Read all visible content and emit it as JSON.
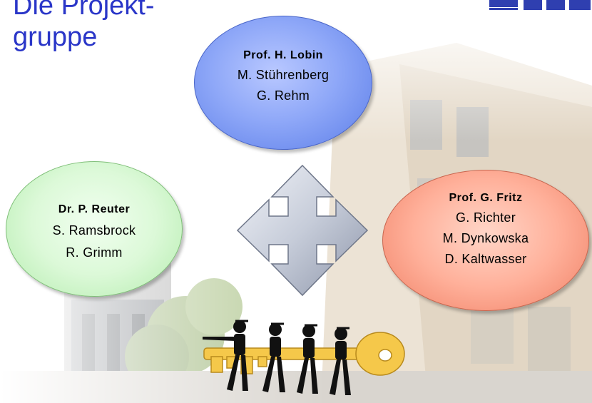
{
  "title": {
    "line1": "Die Projekt-",
    "line2": "gruppe"
  },
  "groups": {
    "top": {
      "lead": "Prof. H. Lobin",
      "members": [
        "M. Stührenberg",
        "G. Rehm"
      ]
    },
    "left": {
      "lead": "Dr. P. Reuter",
      "members": [
        "S. Ramsbrock",
        "R. Grimm"
      ]
    },
    "right": {
      "lead": "Prof. G. Fritz",
      "members": [
        "G. Richter",
        "M. Dynkowska",
        "D. Kaltwasser"
      ]
    }
  },
  "icons": {
    "arrow": "four-way-arrow-icon",
    "team": "team-carrying-key-icon",
    "logo": "logo-icon",
    "background": "building-photo"
  },
  "colors": {
    "title": "#2a36c8",
    "top_group": "#8fa8f8",
    "left_group": "#dcf9d8",
    "right_group": "#ffb09a",
    "arrow": "#c9cfdc",
    "key": "#f5c84a"
  }
}
